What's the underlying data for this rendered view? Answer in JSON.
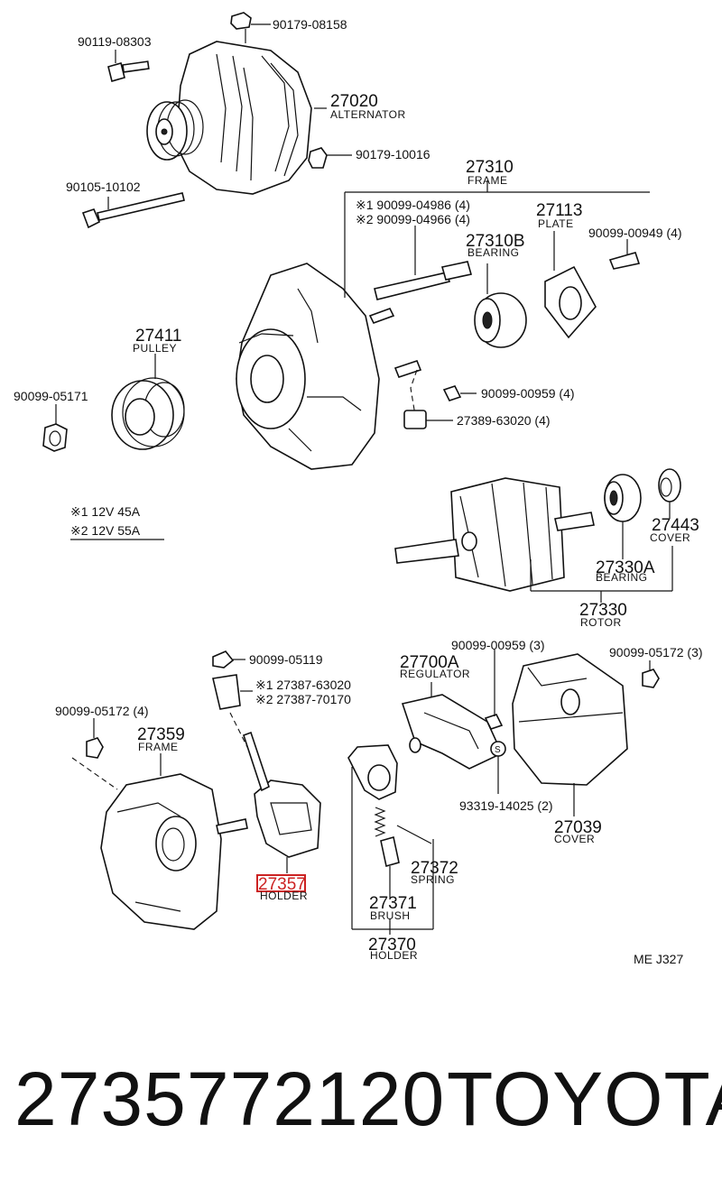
{
  "labels": {
    "p_90179_08158": "90179-08158",
    "p_90119_08303": "90119-08303",
    "p_27020": "27020",
    "n_alternator": "ALTERNATOR",
    "p_90179_10016": "90179-10016",
    "p_90105_10102": "90105-10102",
    "p_27310": "27310",
    "n_frame_27310": "FRAME",
    "p_90099_04986": "※1 90099-04986 (4)",
    "p_90099_04966": "※2 90099-04966 (4)",
    "p_27113": "27113",
    "n_plate": "PLATE",
    "p_27310b": "27310B",
    "n_bearing_27310b": "BEARING",
    "p_90099_00949": "90099-00949 (4)",
    "p_27411": "27411",
    "n_pulley": "PULLEY",
    "p_90099_05171": "90099-05171",
    "p_90099_00959_a": "90099-00959 (4)",
    "p_27389_63020": "27389-63020 (4)",
    "note_1": "※1 12V 45A",
    "note_2": "※2 12V 55A",
    "p_27443": "27443",
    "n_cover_27443": "COVER",
    "p_27330a": "27330A",
    "n_bearing_27330a": "BEARING",
    "p_27330": "27330",
    "n_rotor": "ROTOR",
    "p_90099_05119": "90099-05119",
    "p_27387_63020": "※1 27387-63020",
    "p_27387_70170": "※2 27387-70170",
    "p_90099_05172_a": "90099-05172 (4)",
    "p_27359": "27359",
    "n_frame_27359": "FRAME",
    "p_27357": "27357",
    "n_holder_27357": "HOLDER",
    "p_27700a": "27700A",
    "n_regulator": "REGULATOR",
    "p_90099_00959_b": "90099-00959 (3)",
    "p_90099_05172_b": "90099-05172 (3)",
    "p_93319_14025": "93319-14025 (2)",
    "p_27039": "27039",
    "n_cover_27039": "COVER",
    "p_27372": "27372",
    "n_spring": "SPRING",
    "p_27371": "27371",
    "n_brush": "BRUSH",
    "p_27370": "27370",
    "n_holder_27370": "HOLDER",
    "ref_code": "ME  J327"
  },
  "highlight_color": "#cc2222",
  "footer": {
    "part_number": "2735772120",
    "brand": "TOYOTA"
  }
}
